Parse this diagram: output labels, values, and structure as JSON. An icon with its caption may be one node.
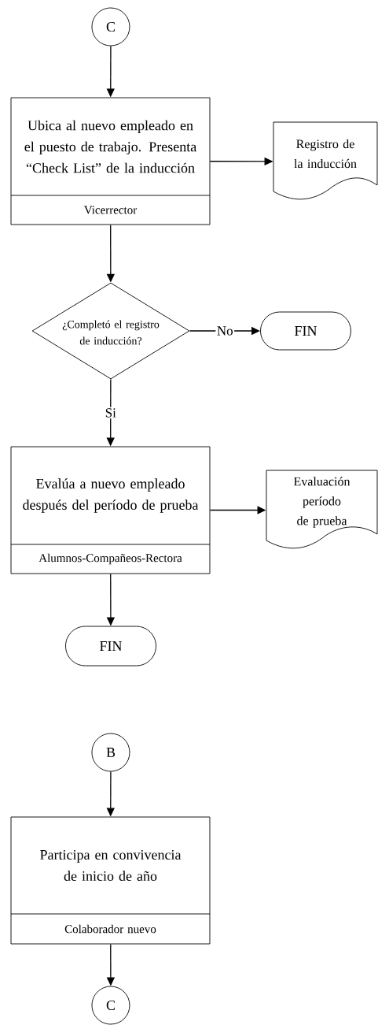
{
  "diagram": {
    "nodes": [
      {
        "text": [
          "C"
        ]
      },
      {
        "text": [
          "Ubica al nuevo empleado en el puesto de trabajo. Presenta “Check List” de la inducción",
          "Vicerrector"
        ]
      },
      {
        "text": [
          "Registro de la inducción"
        ]
      },
      {
        "text": [
          "¿Completó el registro de inducción?"
        ]
      },
      {
        "text": [
          "FIN"
        ]
      },
      {
        "text": [
          "Evalúa a nuevo empleado después del período de prueba",
          "Alumnos-Compañeos-Rectora"
        ]
      },
      {
        "text": [
          "Evaluación período de prueba"
        ]
      },
      {
        "text": [
          "FIN"
        ]
      },
      {
        "text": [
          "B"
        ]
      },
      {
        "text": [
          "Participa en convivencia de inicio de año",
          "Colaborador nuevo"
        ]
      },
      {
        "text": [
          "C"
        ]
      }
    ],
    "edges": [
      {
        "from": 0,
        "to": 1,
        "arrow": "to"
      },
      {
        "from": 1,
        "to": 2,
        "arrow": "to"
      },
      {
        "from": 1,
        "to": 3,
        "arrow": "to"
      },
      {
        "from": 3,
        "to": 4,
        "arrow": "to",
        "label": "No"
      },
      {
        "from": 3,
        "to": 5,
        "arrow": "to",
        "label": "Si"
      },
      {
        "from": 5,
        "to": 6,
        "arrow": "to"
      },
      {
        "from": 5,
        "to": 7,
        "arrow": "to"
      },
      {
        "from": 8,
        "to": 9,
        "arrow": "to"
      },
      {
        "from": 9,
        "to": 10,
        "arrow": "to"
      }
    ]
  }
}
